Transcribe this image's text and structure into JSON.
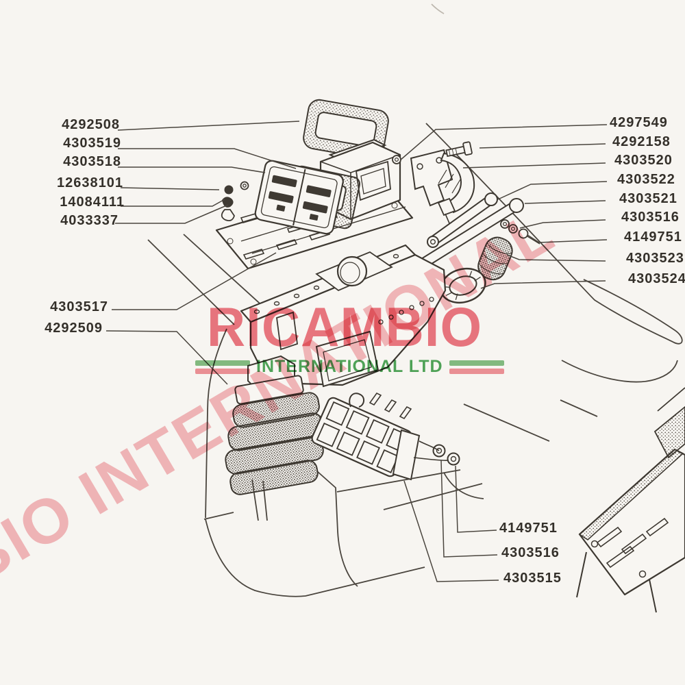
{
  "watermark": {
    "brand": "RICAMBIO",
    "subtitle": "INTERNATIONAL LTD",
    "diagonal": "RICAMBIO INTERNATIONAL",
    "brand_color": "#e9535f",
    "subtitle_color": "#389c44",
    "stripe_green": "#68b268",
    "stripe_red": "#ee7b84"
  },
  "labels": {
    "left": [
      {
        "part_number": "4292508"
      },
      {
        "part_number": "4303519"
      },
      {
        "part_number": "4303518"
      },
      {
        "part_number": "12638101"
      },
      {
        "part_number": "14084111"
      },
      {
        "part_number": "4033337"
      },
      {
        "part_number": "4303517"
      },
      {
        "part_number": "4292509"
      }
    ],
    "right": [
      {
        "part_number": "4297549"
      },
      {
        "part_number": "4292158"
      },
      {
        "part_number": "4303520"
      },
      {
        "part_number": "4303522"
      },
      {
        "part_number": "4303521"
      },
      {
        "part_number": "4303516"
      },
      {
        "part_number": "4149751"
      },
      {
        "part_number": "4303523"
      },
      {
        "part_number": "4303524"
      }
    ],
    "bottom_right": [
      {
        "part_number": "4149751"
      },
      {
        "part_number": "4303516"
      },
      {
        "part_number": "4303515"
      }
    ]
  }
}
